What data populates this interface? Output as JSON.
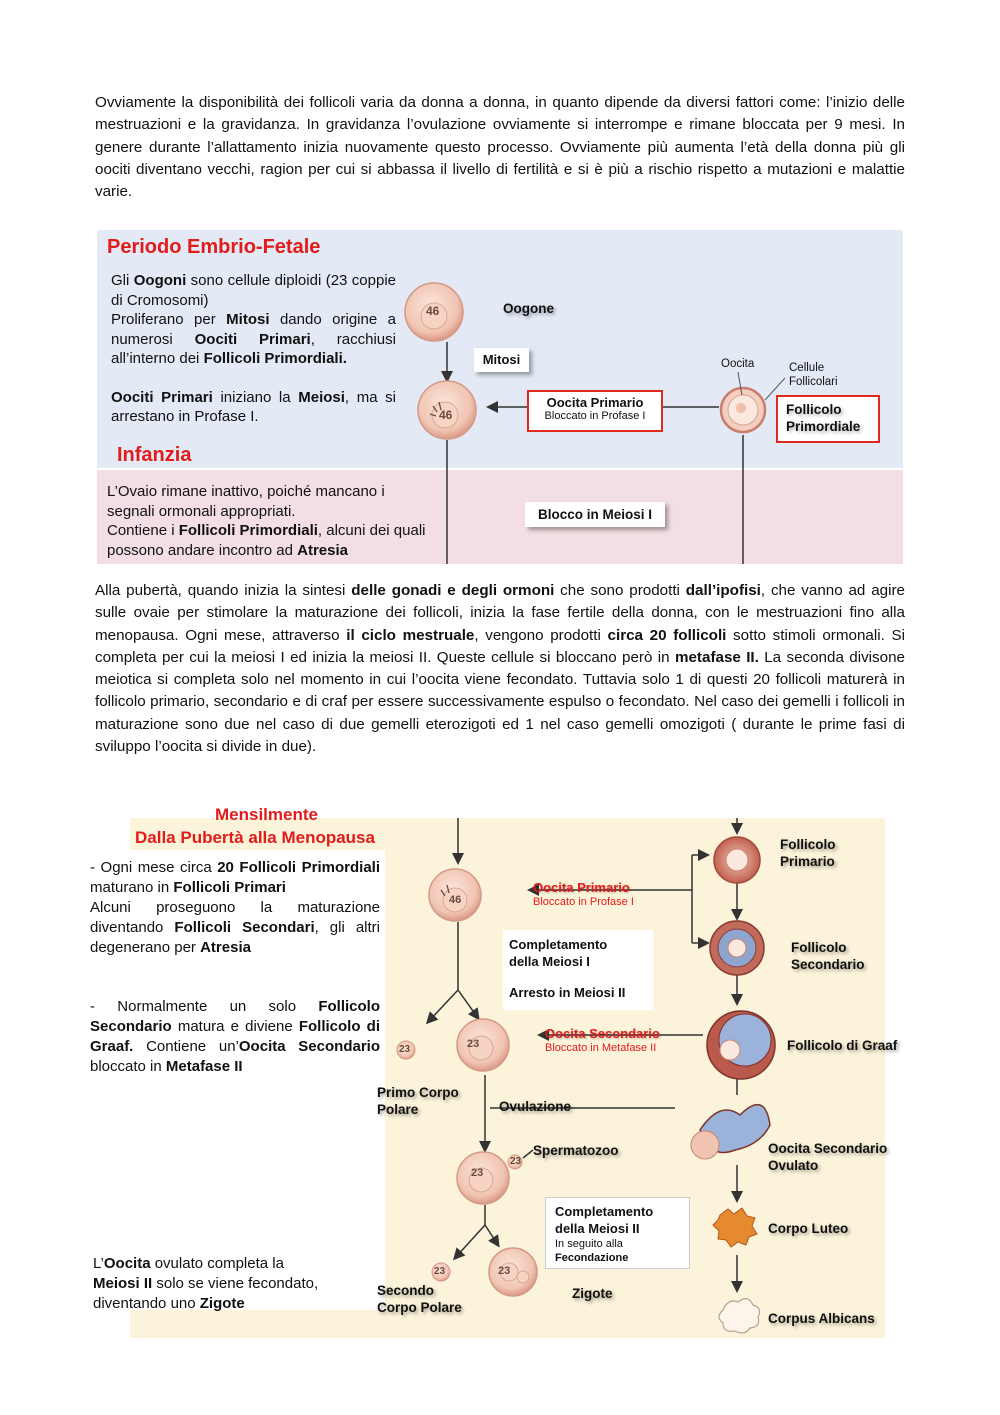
{
  "paragraph1": {
    "text": "Ovviamente la disponibilità dei follicoli varia da donna a donna, in quanto dipende da diversi fattori come: l’inizio delle mestruazioni e la gravidanza. In gravidanza l’ovulazione ovviamente si interrompe e rimane bloccata per 9 mesi. In genere durante l’allattamento inizia nuovamente questo processo. Ovviamente più aumenta l’età della donna più gli oociti diventano vecchi, ragion per cui si abbassa il livello di fertilità e si è più a rischio rispetto a mutazioni e malattie varie."
  },
  "figure1": {
    "colors": {
      "top_bg": "#e3e9f5",
      "bottom_bg": "#f3dfe3",
      "title_red": "#e21b1b",
      "box_red": "#e0281e"
    },
    "title_fetal": "Periodo Embrio-Fetale",
    "fetal_text": {
      "l1a": "Gli ",
      "l1b": "Oogoni",
      "l1c": " sono cellule diploidi (23 coppie di Cromosomi)",
      "l2a": "Proliferano per ",
      "l2b": "Mitosi",
      "l2c": " dando origine a numerosi ",
      "l2d": "Ooci​ti Primari",
      "l2e": ", racchiusi all’interno dei ",
      "l2f": "Follicoli Primordiali.",
      "l3a": "Oociti Primari",
      "l3b": " iniziano la ",
      "l3c": "Meiosi",
      "l3d": ", ma si arrestano in Profase I."
    },
    "title_infancy": "Infanzia",
    "infancy_text": {
      "l1": "L’Ovaio rimane inattivo, poiché mancano i segnali ormonali appropriati.",
      "l2a": "Contiene i ",
      "l2b": "Follicoli Primordiali",
      "l2c": ", alcuni dei quali possono andare incontro ad ",
      "l2d": "Atresia"
    },
    "cell_oogone_number": "46",
    "cell_primary_number": "46",
    "label_oogone": "Oogone",
    "label_mitosi": "Mitosi",
    "box_oocita_primario": {
      "title": "Oocita Primario",
      "subtitle": "Bloccato in Profase I"
    },
    "label_oocita": "Oocita",
    "label_cellule_follicolari": "Cellule Follicolari",
    "box_follicolo_primordiale": "Follicolo Primordiale",
    "box_blocco": "Blocco in Meiosi I"
  },
  "paragraph2": {
    "s1": "Alla pubertà, quando inizia la sintesi ",
    "b1": "delle gonadi e degli ormoni",
    "s2": " che sono prodotti ",
    "b2": "dall’ipofisi",
    "s3": ", che vanno ad agire sulle ovaie per stimolare la maturazione dei follicoli, inizia la fase fertile della donna, con le mestruazioni fino alla menopausa. Ogni mese, attraverso ",
    "b3": "il ciclo mestruale",
    "s4": ", vengono prodotti ",
    "b4": "circa 20 follicoli",
    "s5": " sotto stimoli ormonali. Si completa per cui la meiosi I ed inizia la meiosi II. Queste cellule si bloccano però in ",
    "b5": "metafase II.",
    "s6": " La seconda divisone meiotica si completa solo nel momento in cui l’oocita viene fecondato. Tuttavia solo 1 di questi 20 follicoli maturerà in follicolo primario, secondario e di craf per essere successivamente espulso o fecondato. Nel caso dei gemelli i follicoli in maturazione sono due nel caso di due gemelli eterozigoti ed 1 nel caso gemelli omozigoti ( durante le prime fasi di sviluppo l’oocita si divide in due)."
  },
  "figure2": {
    "colors": {
      "bg": "#fbf3da",
      "title_red": "#e21b1b"
    },
    "title1": "Mensilmente",
    "title2": "Dalla Pubertà alla Menopausa",
    "left1": {
      "a": "- Ogni mese circa ",
      "b": "20 Follicoli Primordiali",
      "c": " maturano in ",
      "d": "Follicoli Primari"
    },
    "left2": {
      "a": "Alcuni proseguono la maturazione diventando ",
      "b": "Follicoli Secondari",
      "c": ", gli altri degenerano per ",
      "d": "Atresia"
    },
    "left3": {
      "a": "- Normalmente un solo ",
      "b": "Follicolo Secondario",
      "c": " matura e diviene ",
      "d": "Follicolo di Graaf.",
      "e": " Contiene un’",
      "f": "Oocita Secondario",
      "g": " bloccato in ",
      "h": "Metafase II"
    },
    "left4": {
      "a": "L’",
      "b": "Oocita",
      "c": " ovulato completa la ",
      "d": "Meiosi II",
      "e": " solo se viene fecondato, diventando uno ",
      "f": "Zigote"
    },
    "oocita_primario": {
      "title": "Oocita Primario",
      "subtitle": "Bloccato in Profase I"
    },
    "box_completamento1": {
      "l1": "Completamento della Meiosi I",
      "l2": "Arresto in Meiosi II"
    },
    "oocita_secondario": {
      "title": "Oocita Secondario",
      "subtitle": "Bloccato in Metafase II"
    },
    "primo_corpo_polare": "Primo Corpo Polare",
    "ovulazione": "Ovulazione",
    "spermatozoo": "Spermatozoo",
    "box_completamento2": {
      "l1": "Completamento della Meiosi II",
      "l2": "In seguito alla",
      "l3": "Fecondazione"
    },
    "secondo_corpo_polare": "Secondo Corpo Polare",
    "zigote": "Zigote",
    "follicolo_primario": "Follicolo Primario",
    "follicolo_secondario": "Follicolo Secondario",
    "follicolo_graaf": "Follicolo di Graaf",
    "oocita_secondario_ovulato": "Oocita Secondario Ovulato",
    "corpo_luteo": "Corpo Luteo",
    "corpus_albicans": "Corpus Albicans",
    "n46": "46",
    "n23": "23"
  }
}
